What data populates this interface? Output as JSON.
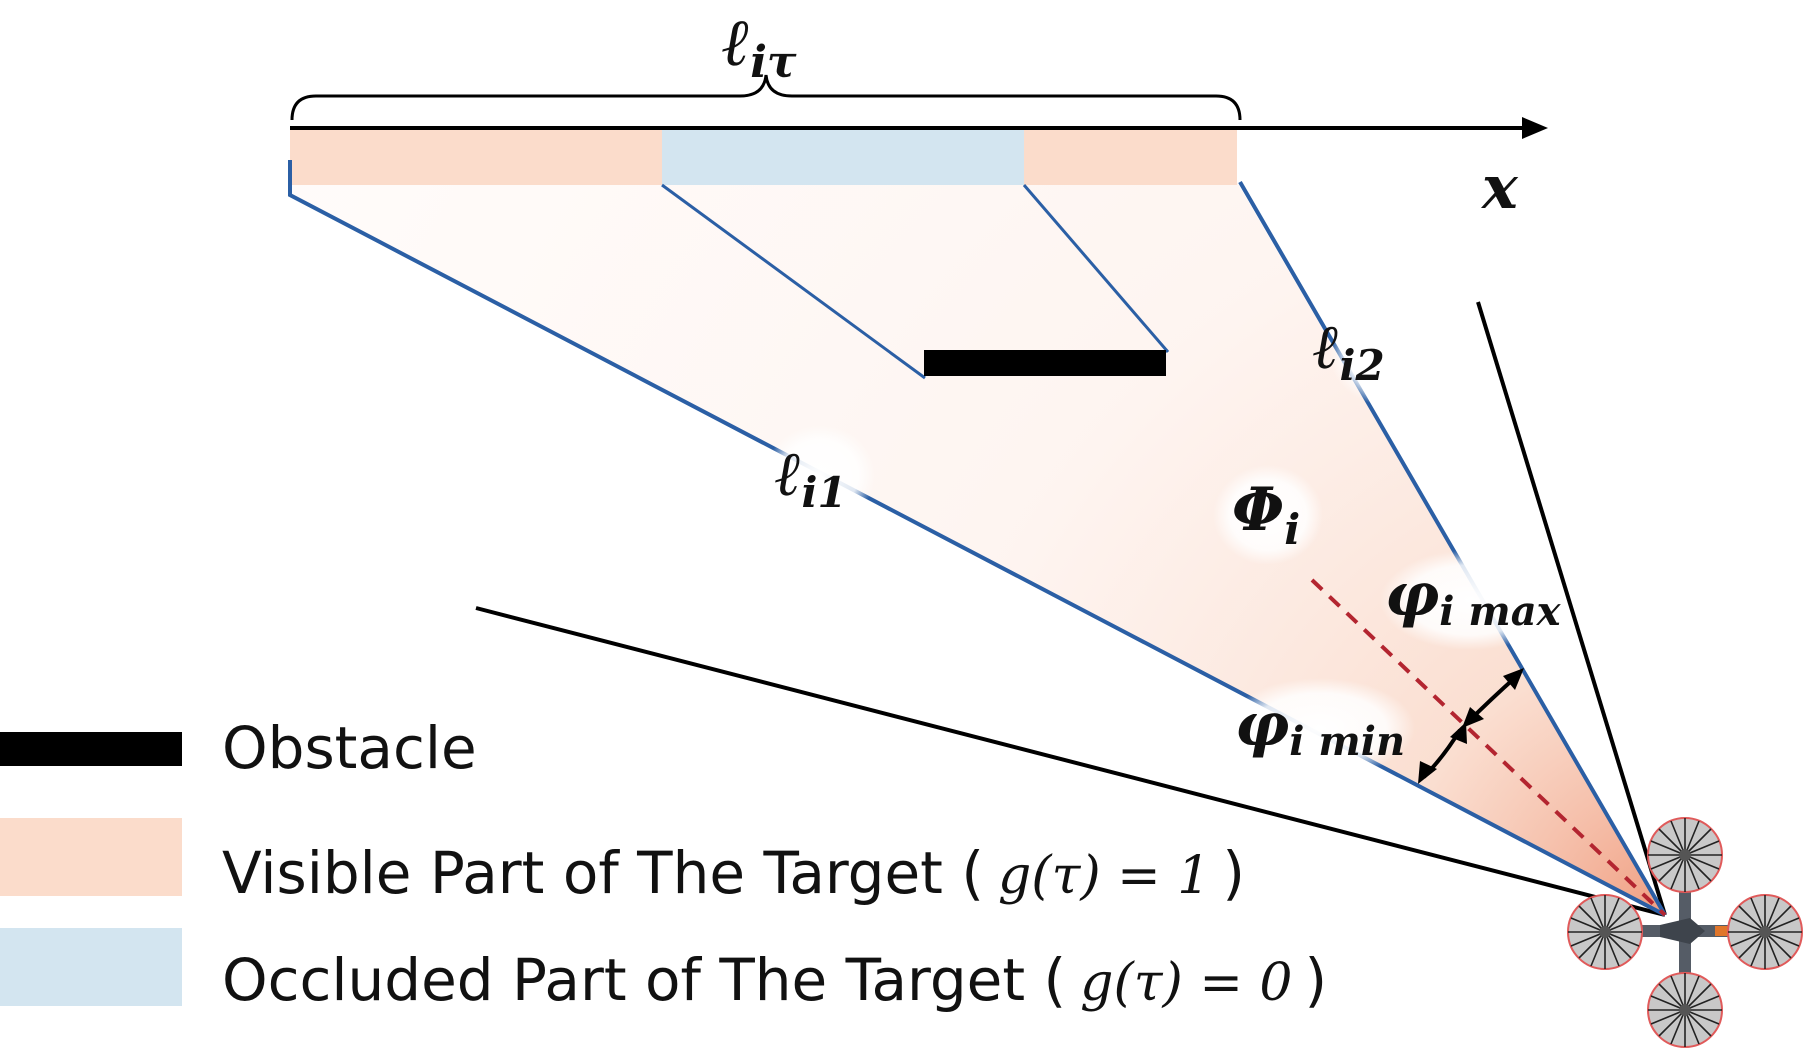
{
  "labels": {
    "axis_x": "x",
    "segment_total": "ℓ",
    "segment_total_sub": "iτ",
    "ray_1": "ℓ",
    "ray_1_sub": "i1",
    "ray_2": "ℓ",
    "ray_2_sub": "i2",
    "region": "Φ",
    "region_sub": "i",
    "angle_max": "φ",
    "angle_max_sub": "i max",
    "angle_min": "φ",
    "angle_min_sub": "i min"
  },
  "legend": {
    "obstacle": "Obstacle",
    "visible_text": "Visible Part of The Target (",
    "visible_math": "g(τ) = 1",
    "visible_close": ")",
    "occluded_text": "Occluded Part of The Target (",
    "occluded_math": "g(τ) = 0",
    "occluded_close": ")"
  },
  "colors": {
    "visible": "#fbdccb",
    "occluded": "#d3e5f0",
    "ray": "#2b5fa5",
    "obstacle": "#000000",
    "bisector": "#b32530",
    "cone_fill": "#f8cdb8"
  },
  "icons": {
    "vehicle": "quadrotor-drone-icon"
  }
}
